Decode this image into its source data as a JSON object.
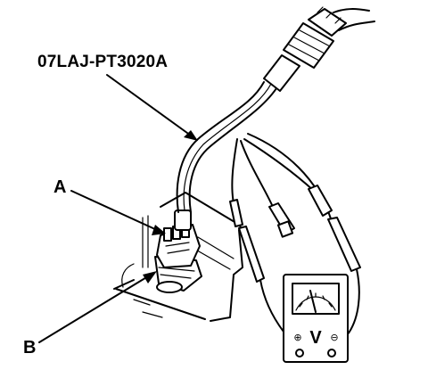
{
  "callouts": {
    "tool": "07LAJ-PT3020A",
    "a": "A",
    "b": "B"
  },
  "meter": {
    "unit_symbol": "V",
    "positive_terminal_symbol": "⊕",
    "negative_terminal_symbol": "⊖"
  },
  "colors": {
    "ink": "#000000",
    "paper": "#ffffff"
  }
}
